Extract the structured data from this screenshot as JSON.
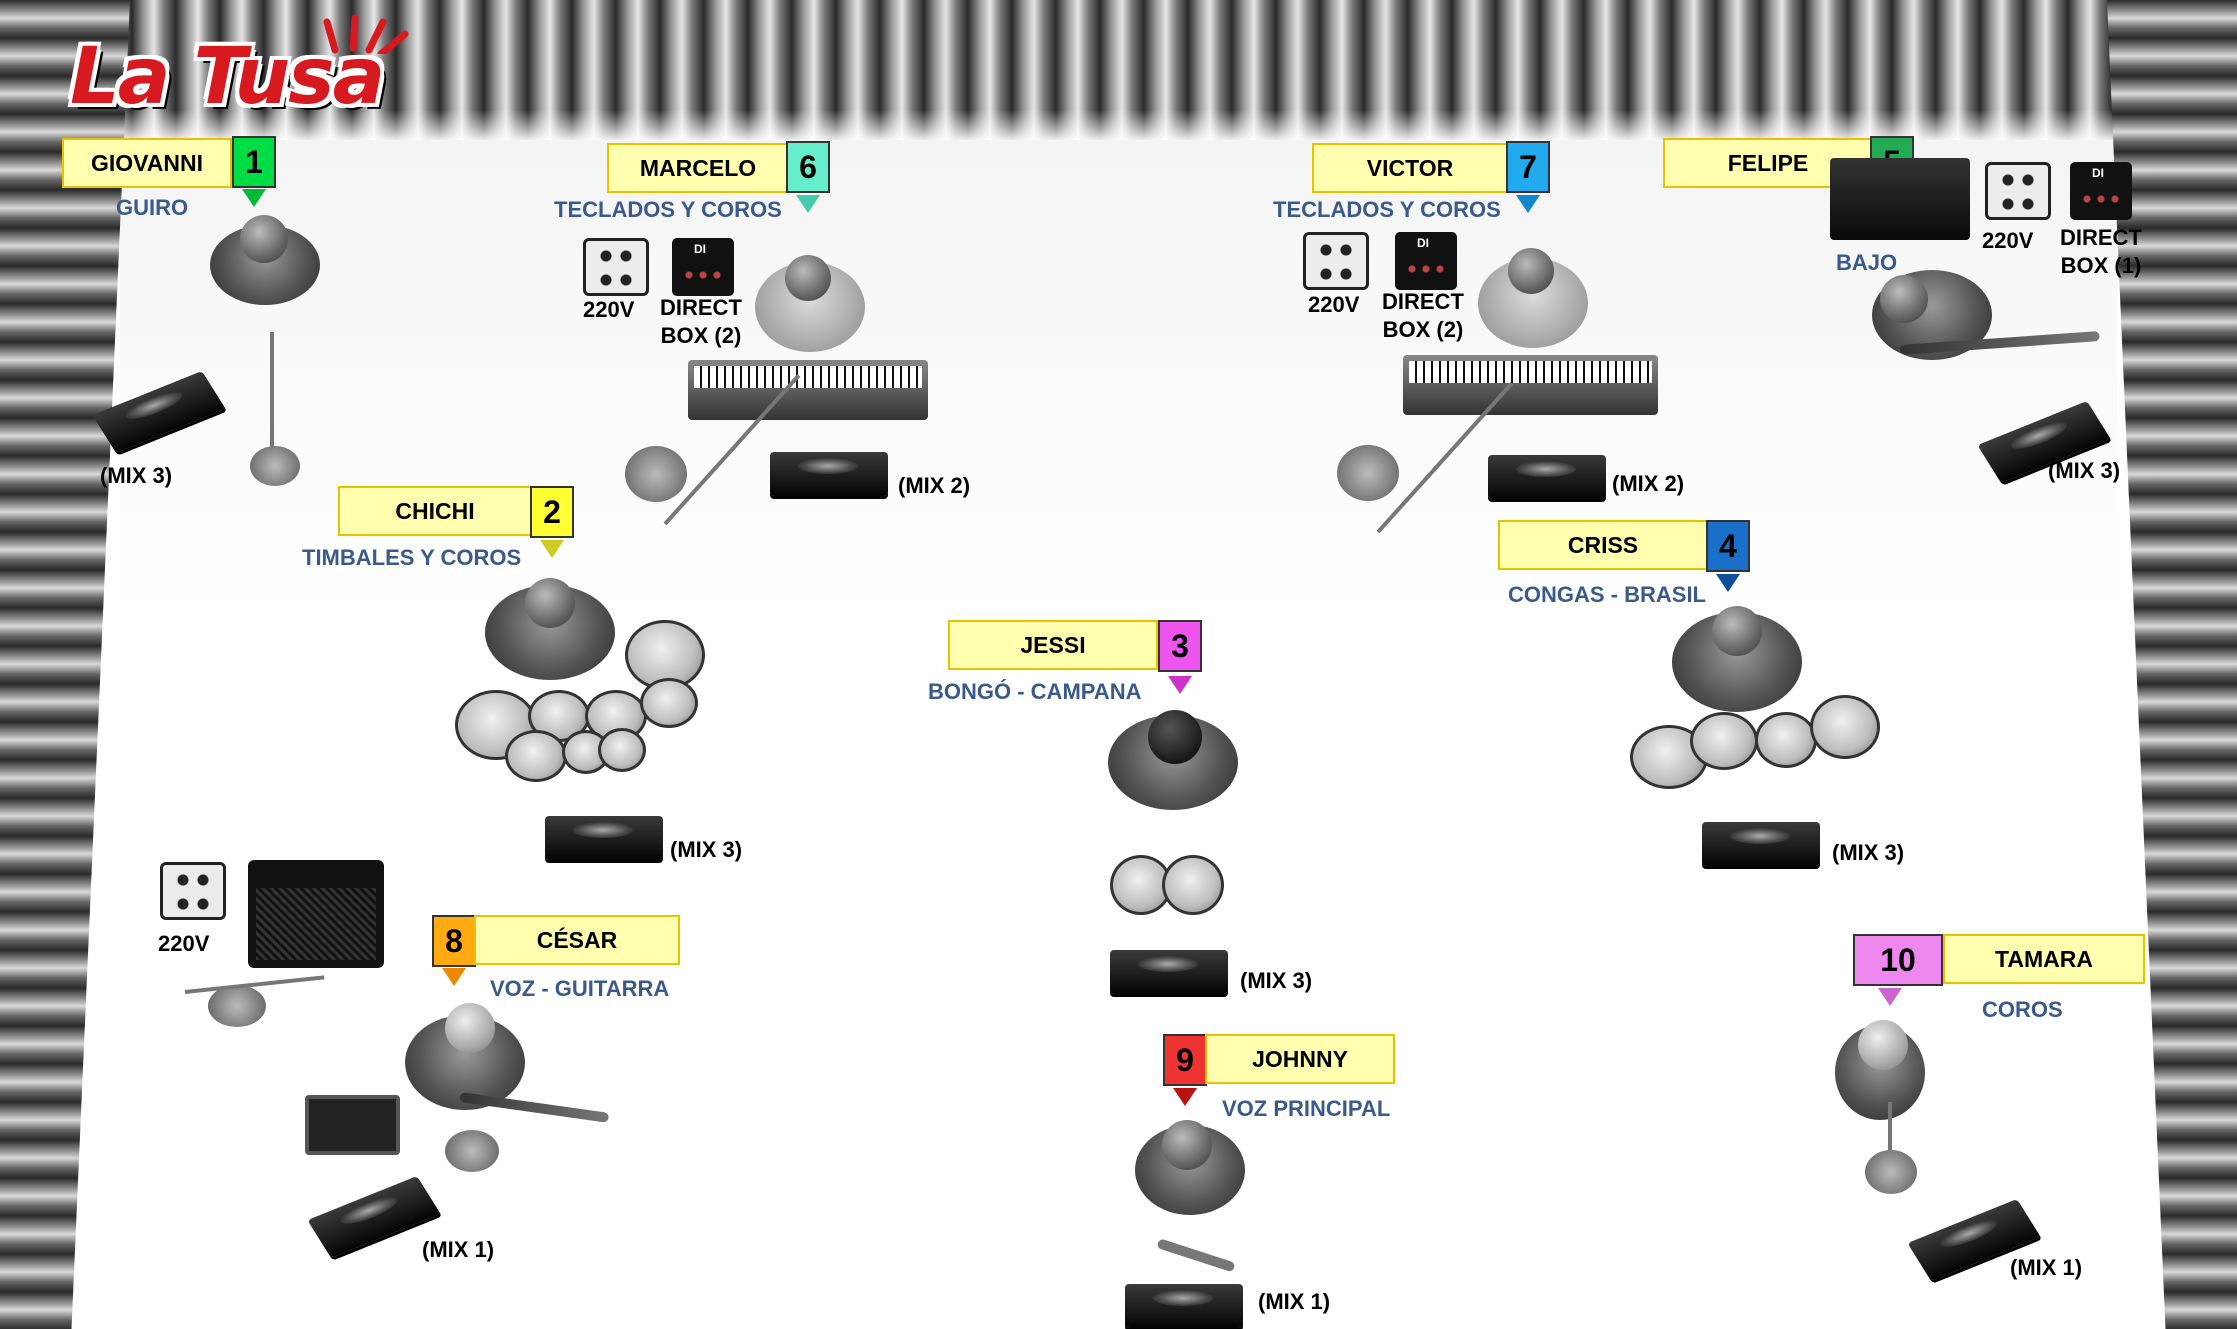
{
  "logo": {
    "text": "La Tusa"
  },
  "colors": {
    "name_box_fill": "#ffffb0",
    "role_text": "#3a5a8c",
    "n1": "#00dd44",
    "n2": "#ffff33",
    "n3": "#ee55ee",
    "n4": "#1a6fc9",
    "n5": "#22aa55",
    "n6": "#66eecc",
    "n7": "#22aaee",
    "n8": "#ffaa11",
    "n9": "#ee3333",
    "n10": "#ee88ee"
  },
  "musicians": [
    {
      "number": "1",
      "name": "GIOVANNI",
      "role": "GUIRO"
    },
    {
      "number": "2",
      "name": "CHICHI",
      "role": "TIMBALES Y COROS"
    },
    {
      "number": "3",
      "name": "JESSI",
      "role": "BONGÓ - CAMPANA"
    },
    {
      "number": "4",
      "name": "CRISS",
      "role": "CONGAS - BRASIL"
    },
    {
      "number": "5",
      "name": "FELIPE",
      "role": "BAJO"
    },
    {
      "number": "6",
      "name": "MARCELO",
      "role": "TECLADOS Y COROS"
    },
    {
      "number": "7",
      "name": "VICTOR",
      "role": "TECLADOS Y COROS"
    },
    {
      "number": "8",
      "name": "CÉSAR",
      "role": "VOZ - GUITARRA"
    },
    {
      "number": "9",
      "name": "JOHNNY",
      "role": "VOZ PRINCIPAL"
    },
    {
      "number": "10",
      "name": "TAMARA",
      "role": "COROS"
    }
  ],
  "labels": {
    "mix1": "(MIX 1)",
    "mix2": "(MIX 2)",
    "mix3": "(MIX 3)",
    "v220": "220V",
    "direct_box_1_line1": "DIRECT",
    "direct_box_1_line2": "BOX (1)",
    "direct_box_2_line1": "DIRECT",
    "direct_box_2_line2": "BOX (2)"
  },
  "icons": {
    "outlet": "power-outlet-icon",
    "direct_box": "direct-box-icon",
    "monitor": "stage-monitor-icon",
    "mic_stand": "mic-stand-icon"
  }
}
